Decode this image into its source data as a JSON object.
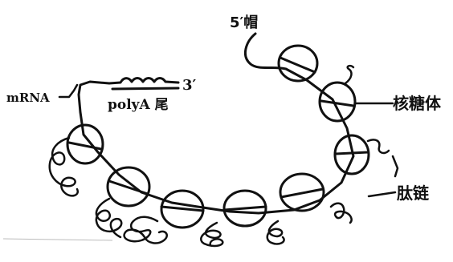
{
  "labels": {
    "cap": "5′帽",
    "mrna": "mRNA",
    "three_prime": "3′",
    "polya": "polyA 尾",
    "ribosome": "核糖体",
    "peptide": "肽链"
  },
  "colors": {
    "ink": "#111111",
    "background": "#ffffff"
  }
}
